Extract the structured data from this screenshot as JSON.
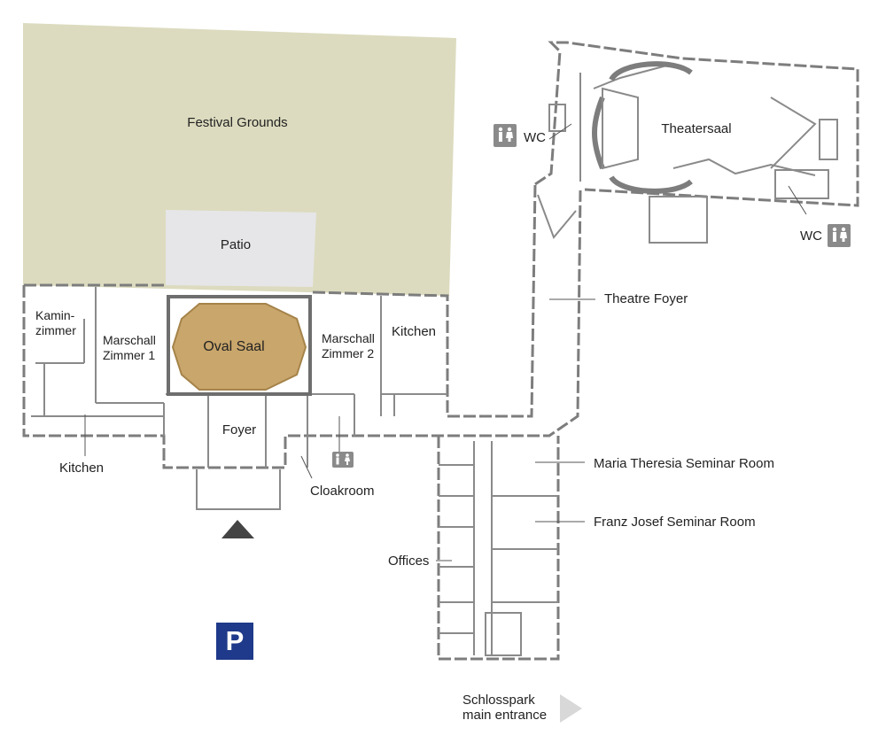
{
  "map": {
    "areas": {
      "festival_grounds": "Festival Grounds",
      "patio": "Patio",
      "oval_saal": "Oval Saal",
      "theatersaal": "Theatersaal",
      "theatre_foyer": "Theatre Foyer",
      "foyer": "Foyer",
      "cloakroom": "Cloakroom",
      "kitchen_left": "Kitchen",
      "kitchen_right": "Kitchen",
      "kaminzimmer_line1": "Kamin-",
      "kaminzimmer_line2": "zimmer",
      "marschall1_line1": "Marschall",
      "marschall1_line2": "Zimmer 1",
      "marschall2_line1": "Marschall",
      "marschall2_line2": "Zimmer 2",
      "maria_theresia": "Maria Theresia Seminar Room",
      "franz_josef": "Franz Josef Seminar Room",
      "offices": "Offices",
      "wc_left": "WC",
      "wc_right": "WC"
    },
    "entrance": {
      "line1": "Schlosspark",
      "line2": "main entrance"
    },
    "parking_symbol": "P",
    "icons": [
      "restroom-icon",
      "accessible-restroom-icon",
      "parking-icon",
      "entrance-arrow-icon"
    ],
    "colors": {
      "grounds": "#dcdbbf",
      "patio": "#e6e6e8",
      "oval_saal": "#c9a66b",
      "walls": "#7d7d7d",
      "parking": "#1f3a8a",
      "entrance_arrow": "#d8d8d8",
      "building_arrow": "#444444"
    }
  }
}
